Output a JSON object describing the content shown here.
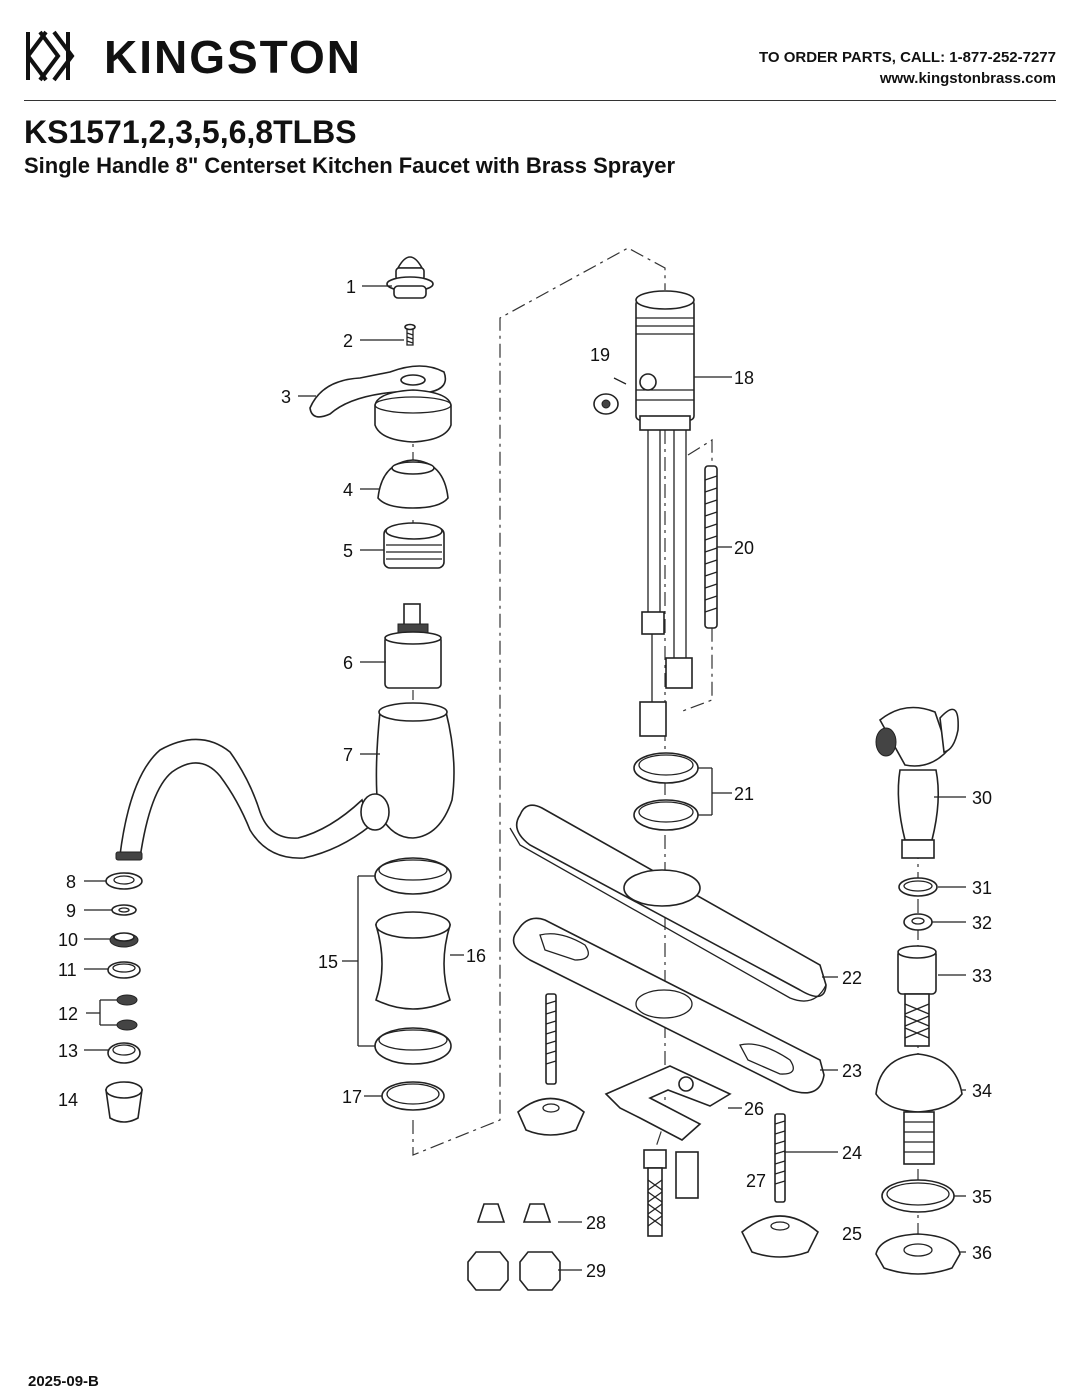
{
  "header": {
    "brand": "KINGSTON",
    "order_line": "TO ORDER PARTS, CALL: 1-877-252-7277",
    "website": "www.kingstonbrass.com"
  },
  "title": {
    "model": "KS1571,2,3,5,6,8TLBS",
    "description": "Single Handle 8\" Centerset Kitchen Faucet with Brass Sprayer"
  },
  "footer": {
    "revision": "2025-09-B"
  },
  "callouts": [
    "1",
    "2",
    "3",
    "4",
    "5",
    "6",
    "7",
    "8",
    "9",
    "10",
    "11",
    "12",
    "13",
    "14",
    "15",
    "16",
    "17",
    "18",
    "19",
    "20",
    "21",
    "22",
    "23",
    "24",
    "25",
    "26",
    "27",
    "28",
    "29",
    "30",
    "31",
    "32",
    "33",
    "34",
    "35",
    "36"
  ]
}
